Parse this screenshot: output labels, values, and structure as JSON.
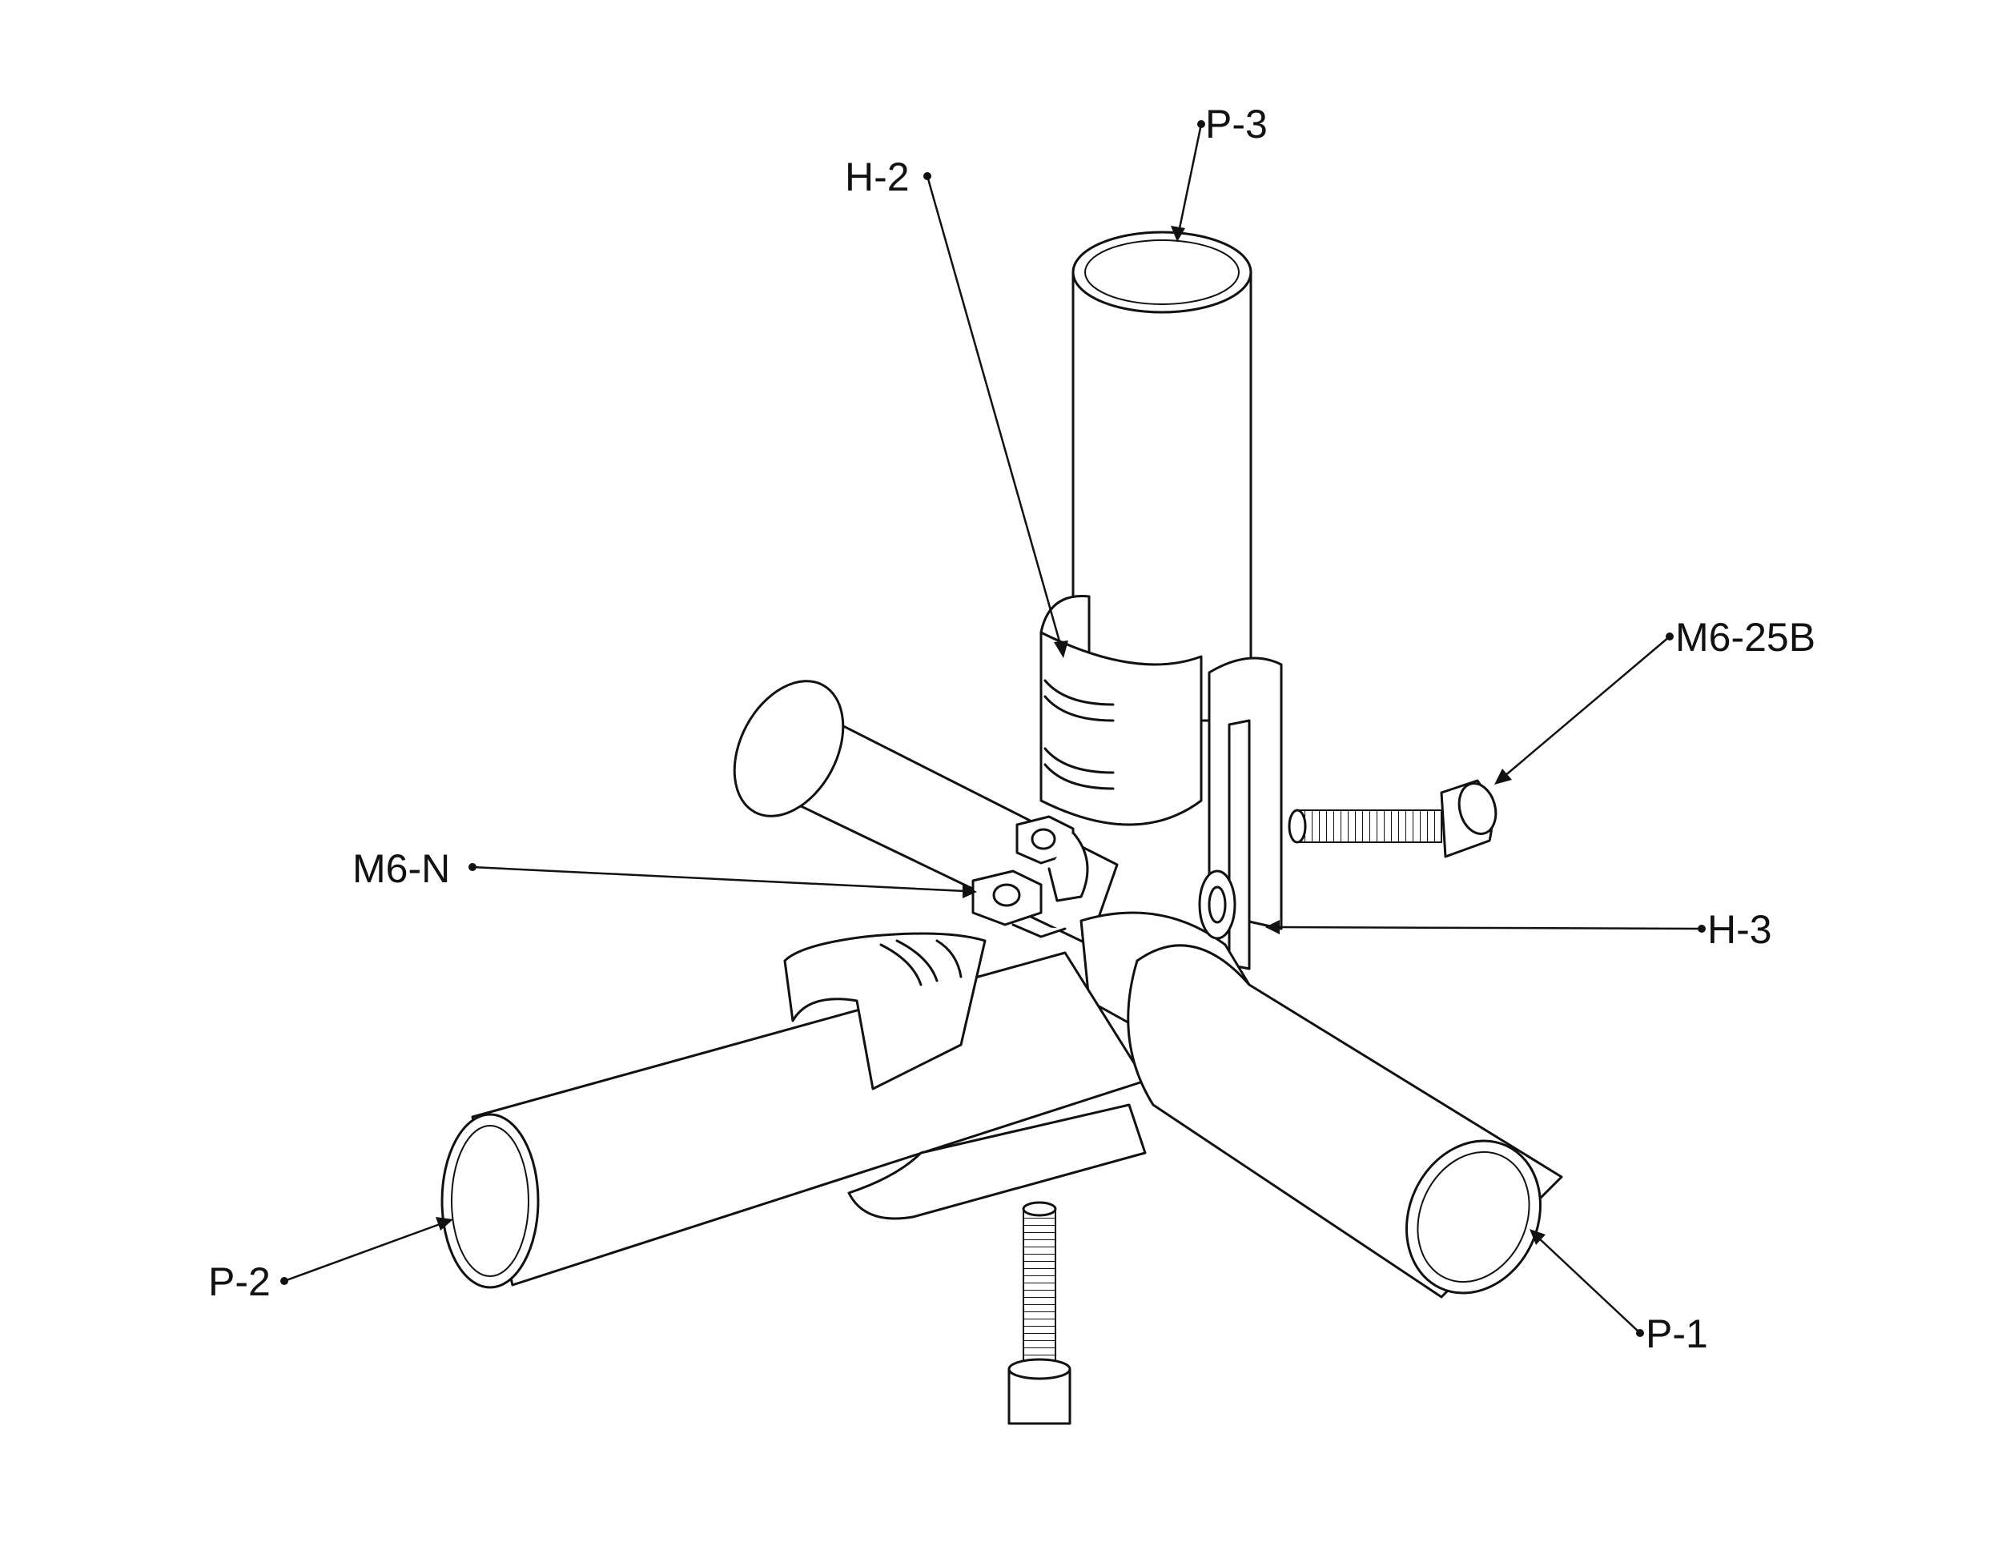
{
  "figure": {
    "parts": [
      {
        "id": "p3",
        "label": "P-3"
      },
      {
        "id": "h2",
        "label": "H-2"
      },
      {
        "id": "m625b",
        "label": "M6-25B"
      },
      {
        "id": "m6n",
        "label": "M6-N"
      },
      {
        "id": "h3",
        "label": "H-3"
      },
      {
        "id": "p2",
        "label": "P-2"
      },
      {
        "id": "p1",
        "label": "P-1"
      }
    ]
  },
  "colors": {
    "line": "#111111",
    "background": "#ffffff"
  }
}
